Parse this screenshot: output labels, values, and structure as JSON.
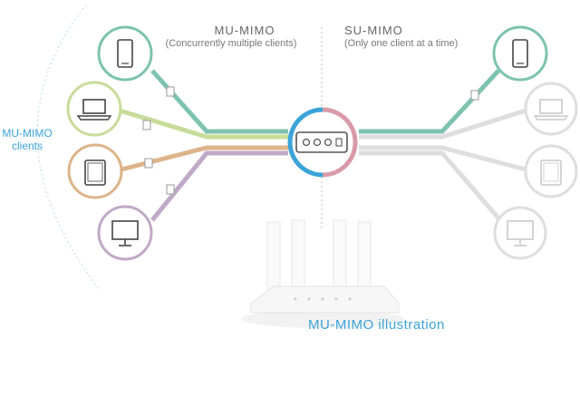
{
  "labels": {
    "mu_mimo": "MU-MIMO",
    "mu_mimo_desc": "(Concurrently multiple clients)",
    "su_mimo": "SU-MIMO",
    "su_mimo_desc": "(Only one client at a time)",
    "mu_clients_line1": "MU-MIMO",
    "mu_clients_line2": "clients",
    "caption": "MU-MIMO illustration"
  },
  "colors": {
    "phone": "#7dc3ad",
    "laptop": "#c8dc9a",
    "tablet": "#ddb48a",
    "monitor": "#c0a9c6",
    "inactive": "#d9d9d9",
    "ring_blue": "#3aa3d8",
    "ring_pink": "#d99aa8",
    "accent": "#3aa3d8"
  },
  "devices_left": [
    "phone-icon",
    "laptop-icon",
    "tablet-icon",
    "monitor-icon"
  ],
  "devices_right": [
    "phone-icon",
    "laptop-icon",
    "tablet-icon",
    "monitor-icon"
  ]
}
